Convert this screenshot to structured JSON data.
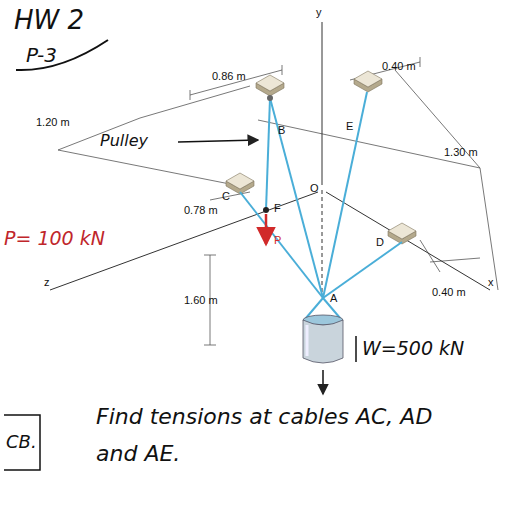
{
  "diagram": {
    "labels": [
      "HW 2",
      "P-3",
      "0.86 m",
      "0.40 m",
      "1.20 m",
      "Pulley",
      "B",
      "E",
      "1.30 m",
      "O",
      "0.78 m",
      "C",
      "F",
      "P",
      "D",
      "P= 100 kN",
      "z",
      "0.40 m",
      "x",
      "1.60 m",
      "A",
      "y",
      "W=500 kN",
      "Find tensions at cables AC, AD and AE.",
      "CB."
    ]
  }
}
